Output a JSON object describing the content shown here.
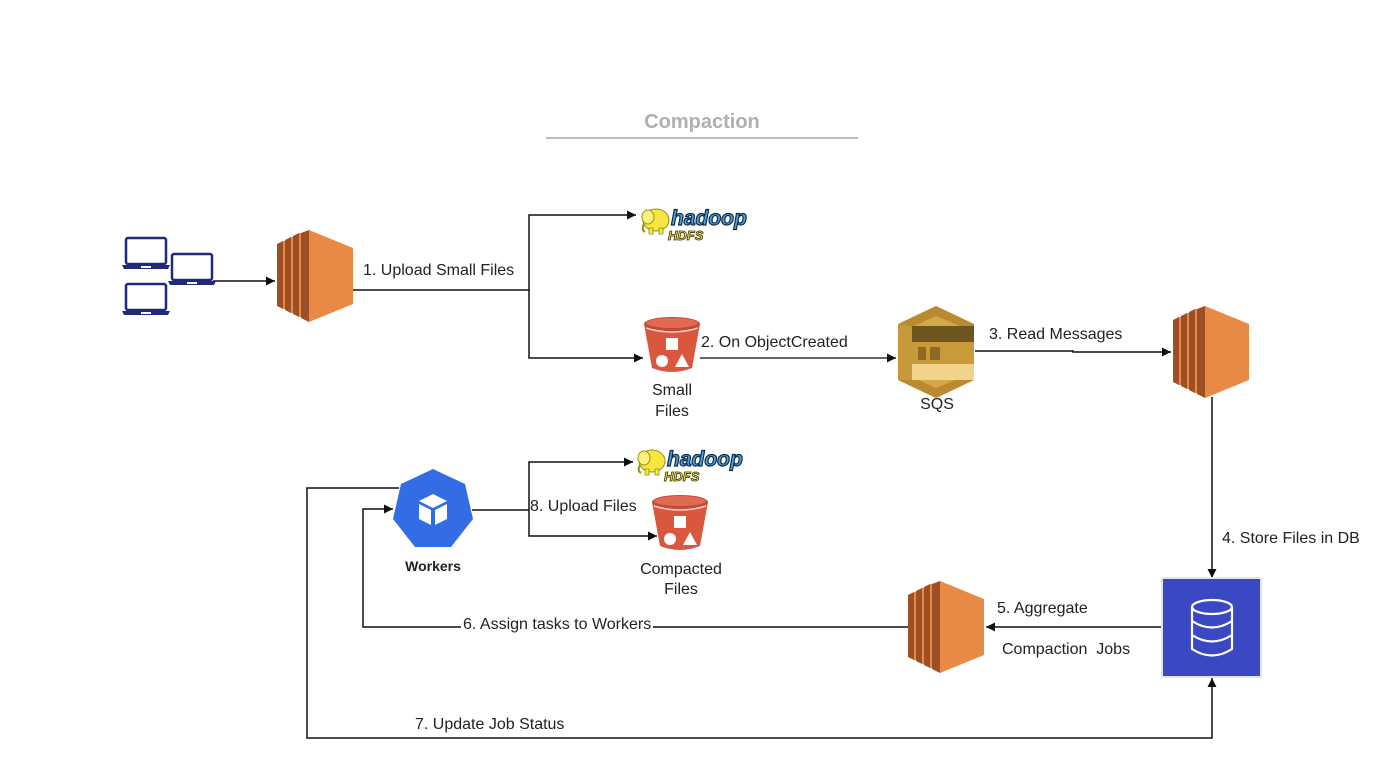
{
  "diagram": {
    "title": "Compaction",
    "colors": {
      "ec2": "#e88a45",
      "ec2_dark": "#9d5025",
      "s3": "#d9573f",
      "sqs": "#d4a84a",
      "k8s": "#326de6",
      "db": "#3a48c4",
      "client": "#1f2a7a",
      "hadoop_yellow": "#f5e642",
      "hadoop_blue": "#4fa3e0",
      "edge": "#111111",
      "title": "#b0b0b0"
    },
    "nodes": {
      "clients": {
        "label": "",
        "icon": "laptop-icon",
        "count": 3
      },
      "ec2_upload": {
        "label": "",
        "icon": "ec2-instance-icon"
      },
      "hdfs_top": {
        "label": "hadoop",
        "sublabel": "HDFS",
        "icon": "hadoop-hdfs-icon"
      },
      "s3_small": {
        "label_line1": "Small",
        "label_line2": "Files",
        "icon": "s3-bucket-icon"
      },
      "sqs": {
        "label": "SQS",
        "icon": "sqs-queue-icon"
      },
      "ec2_reader": {
        "label": "",
        "icon": "ec2-instance-icon"
      },
      "database": {
        "label": "",
        "icon": "database-icon"
      },
      "ec2_aggregator": {
        "label": "",
        "icon": "ec2-instance-icon"
      },
      "workers": {
        "label": "Workers",
        "icon": "kubernetes-pod-icon"
      },
      "hdfs_bottom": {
        "label": "hadoop",
        "sublabel": "HDFS",
        "icon": "hadoop-hdfs-icon"
      },
      "s3_compacted": {
        "label_line1": "Compacted",
        "label_line2": "Files",
        "icon": "s3-bucket-icon"
      }
    },
    "edges": [
      {
        "id": "e1",
        "label": "1. Upload Small Files"
      },
      {
        "id": "e2",
        "label": "2. On ObjectCreated"
      },
      {
        "id": "e3",
        "label": "3. Read Messages"
      },
      {
        "id": "e4",
        "label": "4. Store Files in DB"
      },
      {
        "id": "e5",
        "label_line1": "5. Aggregate",
        "label_line2": "Compaction  Jobs"
      },
      {
        "id": "e6",
        "label": "6. Assign tasks to Workers"
      },
      {
        "id": "e7",
        "label": "7. Update Job Status"
      },
      {
        "id": "e8",
        "label": "8. Upload Files"
      }
    ]
  }
}
